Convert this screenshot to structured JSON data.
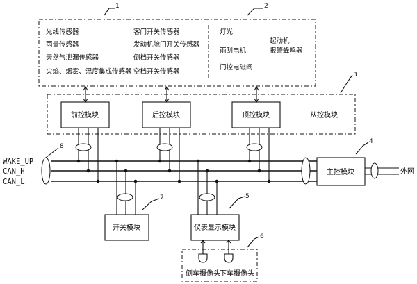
{
  "sensors": {
    "col1": [
      "光线传感器",
      "雨量传感器",
      "天然气泄漏传感器",
      "火焰、烟雾、温度集成传感器"
    ],
    "col2": [
      "客门开关传感器",
      "发动机舱门开关传感器",
      "倒档开关传感器",
      "空档开关传感器"
    ]
  },
  "actuators": {
    "col1": [
      "灯光",
      "雨刮电机",
      "门控电磁阀"
    ],
    "col2": [
      "起动机",
      "报警蜂鸣器"
    ]
  },
  "modules": {
    "front": "前控模块",
    "rear": "后控模块",
    "top": "顶控模块",
    "slave_group": "从控模块",
    "master": "主控模块",
    "switch": "开关模块",
    "instrument": "仪表显示模块",
    "external": "外网"
  },
  "cameras": [
    "倒车摄像头",
    "下车摄像头"
  ],
  "bus": [
    "WAKE_UP",
    "CAN_H",
    "CAN_L"
  ],
  "callouts": [
    "1",
    "2",
    "3",
    "4",
    "5",
    "6",
    "7",
    "8"
  ]
}
